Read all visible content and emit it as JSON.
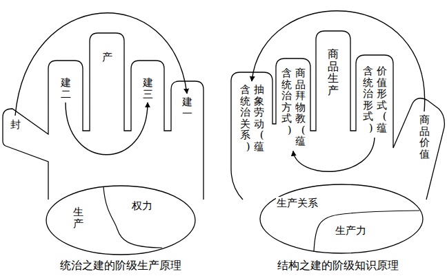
{
  "diagram": {
    "nodes": [
      {
        "text": [
          "封"
        ]
      },
      {
        "text": [
          "建二"
        ]
      },
      {
        "text": [
          "产"
        ]
      },
      {
        "text": [
          "建三"
        ]
      },
      {
        "text": [
          "建一"
        ]
      },
      {
        "text": [
          "生产",
          "权力"
        ]
      },
      {
        "text": [
          "抽象劳动(蕴含统治关系)"
        ]
      },
      {
        "text": [
          "商品拜物教(蕴含统治方式)"
        ]
      },
      {
        "text": [
          "商品生产"
        ]
      },
      {
        "text": [
          "价值形式(蕴含统治形式)"
        ]
      },
      {
        "text": [
          "商品价值"
        ]
      },
      {
        "text": [
          "生产关系",
          "生产力"
        ]
      }
    ],
    "edges": [
      {
        "from": 0,
        "to": 4,
        "arrow": "to"
      },
      {
        "from": 1,
        "to": 3,
        "arrow": "to"
      },
      {
        "from": 10,
        "to": 6,
        "arrow": "to"
      },
      {
        "from": 9,
        "to": 7,
        "arrow": "to"
      }
    ],
    "labels": [
      "统治之建的阶级生产原理",
      "结构之建的阶级知识原理"
    ]
  }
}
